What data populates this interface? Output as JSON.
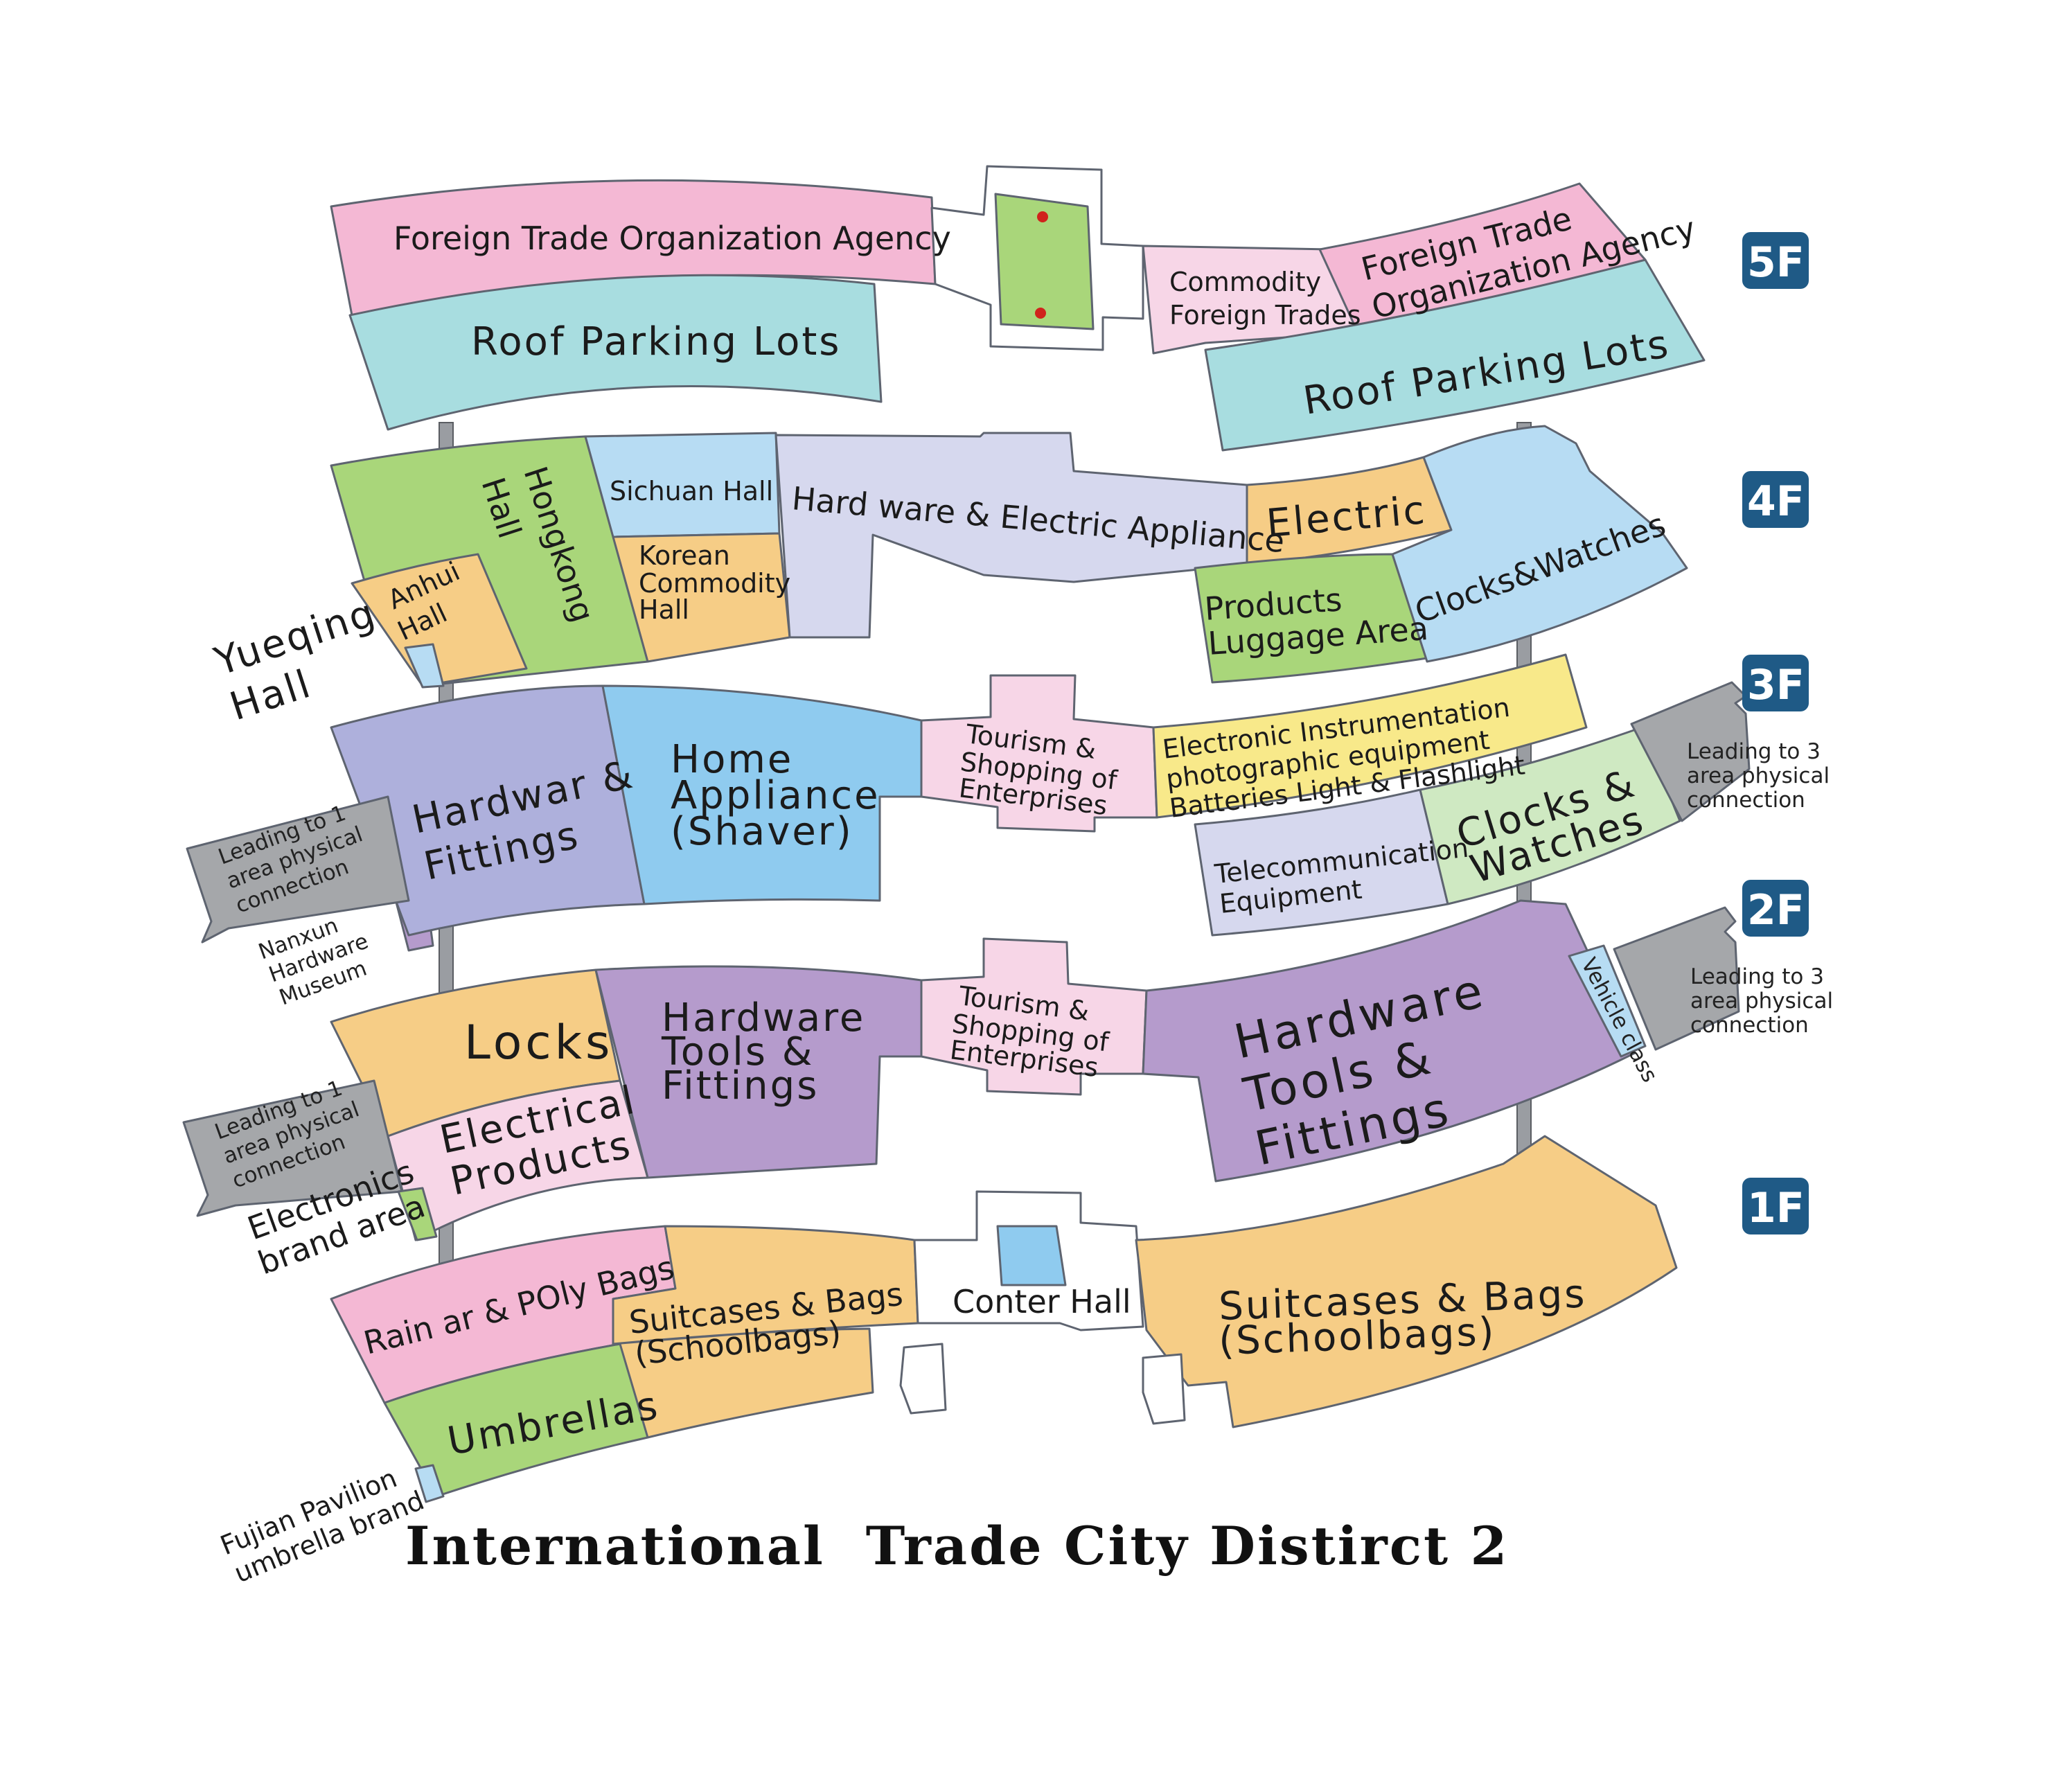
{
  "title": "International  Trade City Distirct 2",
  "floors": [
    {
      "label": "5F",
      "color": "#1f5a86"
    },
    {
      "label": "4F",
      "color": "#1f5a86"
    },
    {
      "label": "3F",
      "color": "#1f5a86"
    },
    {
      "label": "2F",
      "color": "#1f5a86"
    },
    {
      "label": "1F",
      "color": "#1f5a86"
    }
  ],
  "colors": {
    "pink": "#f4b8d4",
    "teal": "#a8dde0",
    "green": "#a9d67a",
    "orange": "#f6cd86",
    "lightblue": "#b7dcf3",
    "lavender": "#d6d8ee",
    "periwinkle": "#aeb0dc",
    "skyblue": "#8fcbef",
    "yellow": "#f8e98a",
    "mint": "#cfe9c2",
    "purple": "#b59bcc",
    "lightpink": "#f7d6e7",
    "gray": "#a5a7aa",
    "highlight_border": "#cc2a35",
    "badge": "#1f5a86"
  },
  "f5": {
    "foreign_trade_left": "Foreign Trade Organization Agency",
    "roof_left": "Roof Parking Lots",
    "commodity_1": "Commodity",
    "commodity_2": "Foreign Trades",
    "foreign_trade_right_1": "Foreign Trade",
    "foreign_trade_right_2": "Organization Agency",
    "roof_right": "Roof Parking Lots"
  },
  "f4": {
    "hongkong_1": "Hongkong",
    "hongkong_2": "Hall",
    "sichuan": "Sichuan Hall",
    "anhui_1": "Anhui",
    "anhui_2": "Hall",
    "korean_1": "Korean",
    "korean_2": "Commodity",
    "korean_3": "Hall",
    "hardware": "Hard ware & Electric Appliance",
    "electric": "Electric",
    "luggage_1": "Products",
    "luggage_2": "Luggage Area",
    "clocks": "Clocks&Watches",
    "yueqing_1": "Yueqing",
    "yueqing_2": "Hall"
  },
  "f3": {
    "hardwar_1": "Hardwar &",
    "hardwar_2": "Fittings",
    "home_1": "Home",
    "home_2": "Appliance",
    "home_3": "(Shaver)",
    "tourism_1": "Tourism &",
    "tourism_2": "Shopping of",
    "tourism_3": "Enterprises",
    "electronic_1": "Electronic Instrumentation",
    "electronic_2": "photographic equipment",
    "electronic_3": "Batteries Light & Flashlight",
    "telecom_1": "Telecommunication",
    "telecom_2": "Equipment",
    "clocks_1": "Clocks &",
    "clocks_2": "Watches",
    "leading1_1": "Leading to 1",
    "leading1_2": "area physical",
    "leading1_3": "connection",
    "leading3_1": "Leading to 3",
    "leading3_2": "area physical",
    "leading3_3": "connection",
    "nanxun_1": "Nanxun",
    "nanxun_2": "Hardware",
    "nanxun_3": "Museum"
  },
  "f2": {
    "locks": "Locks",
    "tools_left_1": "Hardware",
    "tools_left_2": "Tools &",
    "tools_left_3": "Fittings",
    "tourism_1": "Tourism &",
    "tourism_2": "Shopping of",
    "tourism_3": "Enterprises",
    "tools_right_1": "Hardware",
    "tools_right_2": "Tools &",
    "tools_right_3": "Fittings",
    "electrical_1": "Electrical",
    "electrical_2": "Products",
    "vehicle": "Vehicle class",
    "leading1_1": "Leading to 1",
    "leading1_2": "area physical",
    "leading1_3": "connection",
    "leading3_1": "Leading to 3",
    "leading3_2": "area physical",
    "leading3_3": "connection",
    "electronics_1": "Electronics",
    "electronics_2": "brand area"
  },
  "f1": {
    "rainwear": "Rain  ar & POly Bags",
    "suitcases_left_1": "Suitcases & Bags",
    "suitcases_left_2": "(Schoolbags)",
    "center_hall": "Conter Hall",
    "suitcases_right_1": "Suitcases & Bags",
    "suitcases_right_2": "(Schoolbags)",
    "umbrellas": "Umbrellas",
    "fujian_1": "Fujian Pavilion",
    "fujian_2": "umbrella brand"
  }
}
